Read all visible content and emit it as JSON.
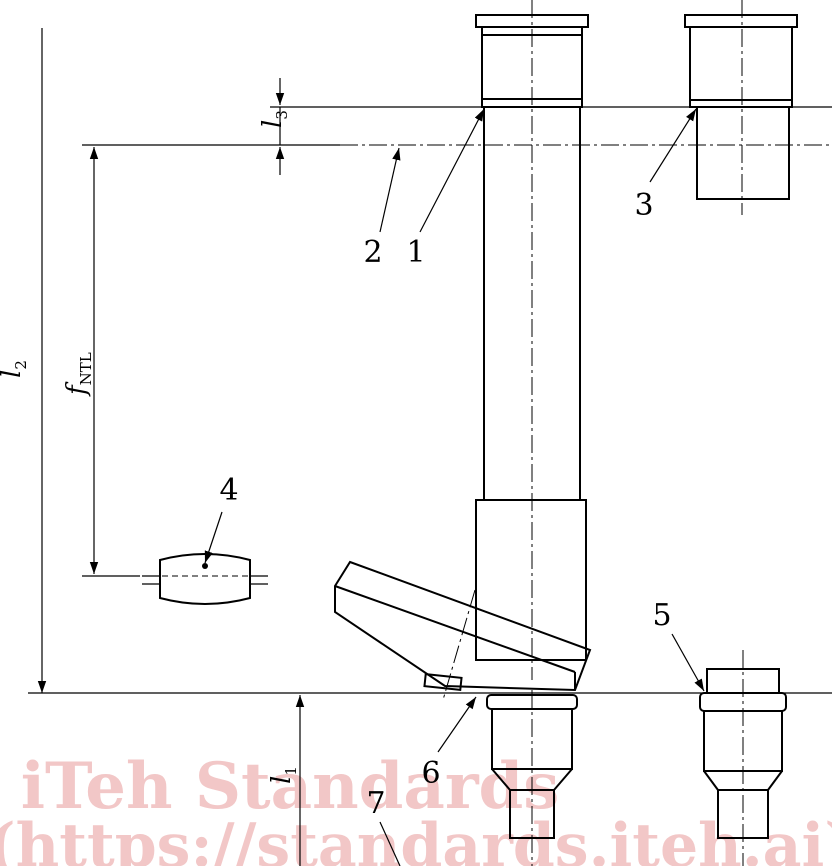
{
  "callouts": {
    "c1": "1",
    "c2": "2",
    "c3": "3",
    "c4": "4",
    "c5": "5",
    "c6": "6",
    "c7": "7"
  },
  "dimensions": {
    "l2": {
      "symbol": "l",
      "subscript": "2"
    },
    "l3": {
      "symbol": "l",
      "subscript": "3"
    },
    "l1": {
      "symbol": "l",
      "subscript": "1"
    },
    "f_ntl": {
      "symbol": "f",
      "subscript": "NTL"
    }
  },
  "watermark": {
    "line1": "iTeh Standards",
    "line2": "(https://standards.iteh.ai)"
  },
  "colors": {
    "line": "#000000",
    "watermark": "#f2c7c7"
  }
}
